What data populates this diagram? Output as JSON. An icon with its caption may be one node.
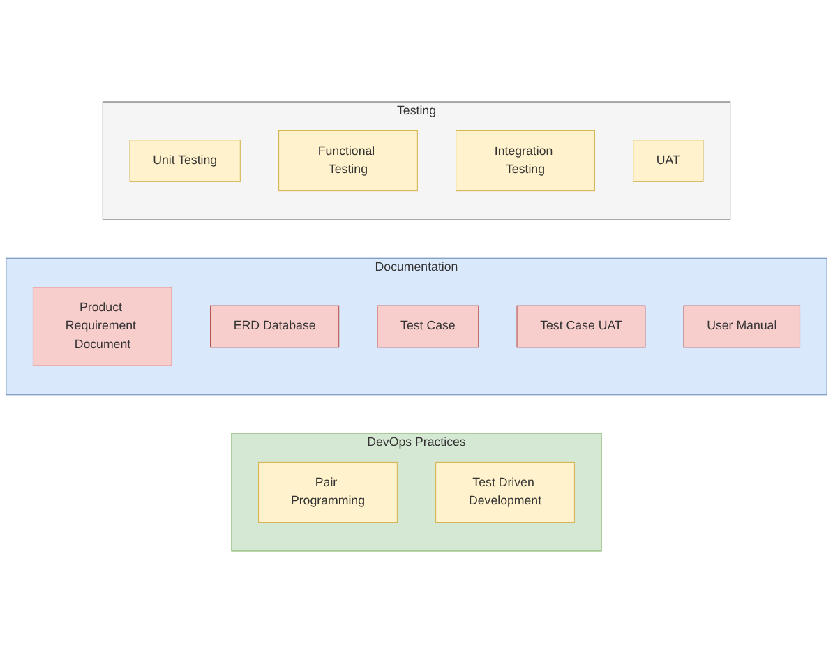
{
  "diagram": {
    "nodes": [
      {
        "text": [
          "Testing"
        ]
      },
      {
        "text": [
          "Unit Testing"
        ],
        "in": 0
      },
      {
        "text": [
          "Functional Testing"
        ],
        "in": 0
      },
      {
        "text": [
          "Integration Testing"
        ],
        "in": 0
      },
      {
        "text": [
          "UAT"
        ],
        "in": 0
      },
      {
        "text": [
          "Documentation"
        ]
      },
      {
        "text": [
          "Product Requirement Document"
        ],
        "in": 5
      },
      {
        "text": [
          "ERD Database"
        ],
        "in": 5
      },
      {
        "text": [
          "Test Case"
        ],
        "in": 5
      },
      {
        "text": [
          "Test Case UAT"
        ],
        "in": 5
      },
      {
        "text": [
          "User Manual"
        ],
        "in": 5
      },
      {
        "text": [
          "DevOps Practices"
        ]
      },
      {
        "text": [
          "Pair Programming"
        ],
        "in": 11
      },
      {
        "text": [
          "Test Driven Development"
        ],
        "in": 11
      }
    ],
    "edges": []
  }
}
